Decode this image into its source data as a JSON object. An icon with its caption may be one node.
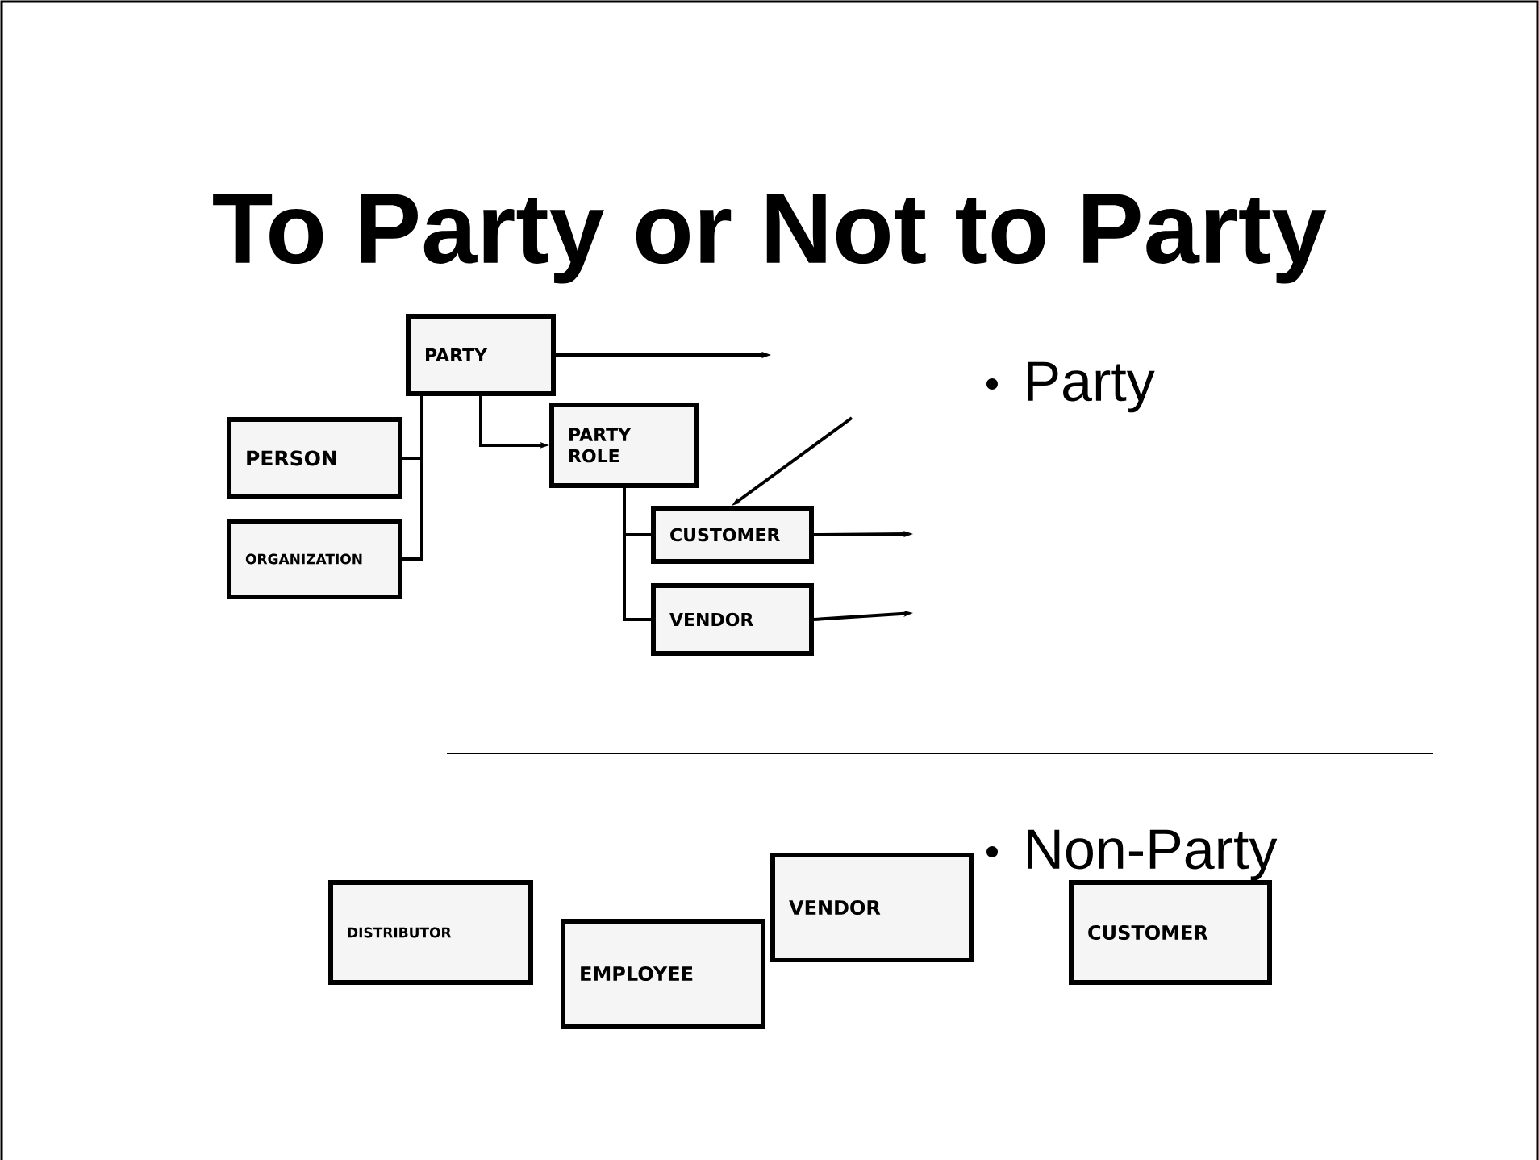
{
  "diagram": {
    "title": "To Party or Not to Party",
    "nodes": [
      {
        "text": [
          "PARTY"
        ]
      },
      {
        "text": [
          "PERSON"
        ]
      },
      {
        "text": [
          "ORGANIZATION"
        ]
      },
      {
        "text": [
          "PARTY ROLE"
        ]
      },
      {
        "text": [
          "CUSTOMER"
        ]
      },
      {
        "text": [
          "VENDOR"
        ]
      },
      {
        "text": [
          "DISTRIBUTOR"
        ]
      },
      {
        "text": [
          "EMPLOYEE"
        ]
      },
      {
        "text": [
          "VENDOR"
        ]
      },
      {
        "text": [
          "CUSTOMER"
        ]
      }
    ],
    "edges": [
      {
        "from": 0,
        "to": 1,
        "arrow": "none"
      },
      {
        "from": 0,
        "to": 2,
        "arrow": "none"
      },
      {
        "from": 0,
        "to": 3,
        "arrow": "to"
      },
      {
        "from": 3,
        "to": 4,
        "arrow": "none"
      },
      {
        "from": 3,
        "to": 5,
        "arrow": "none"
      },
      {
        "from": 0,
        "to": null,
        "arrow": "to"
      },
      {
        "from": null,
        "to": 4,
        "arrow": "to"
      },
      {
        "from": 4,
        "to": null,
        "arrow": "to"
      },
      {
        "from": 5,
        "to": null,
        "arrow": "to"
      }
    ],
    "labels": [
      "Party",
      "Non-Party"
    ]
  }
}
